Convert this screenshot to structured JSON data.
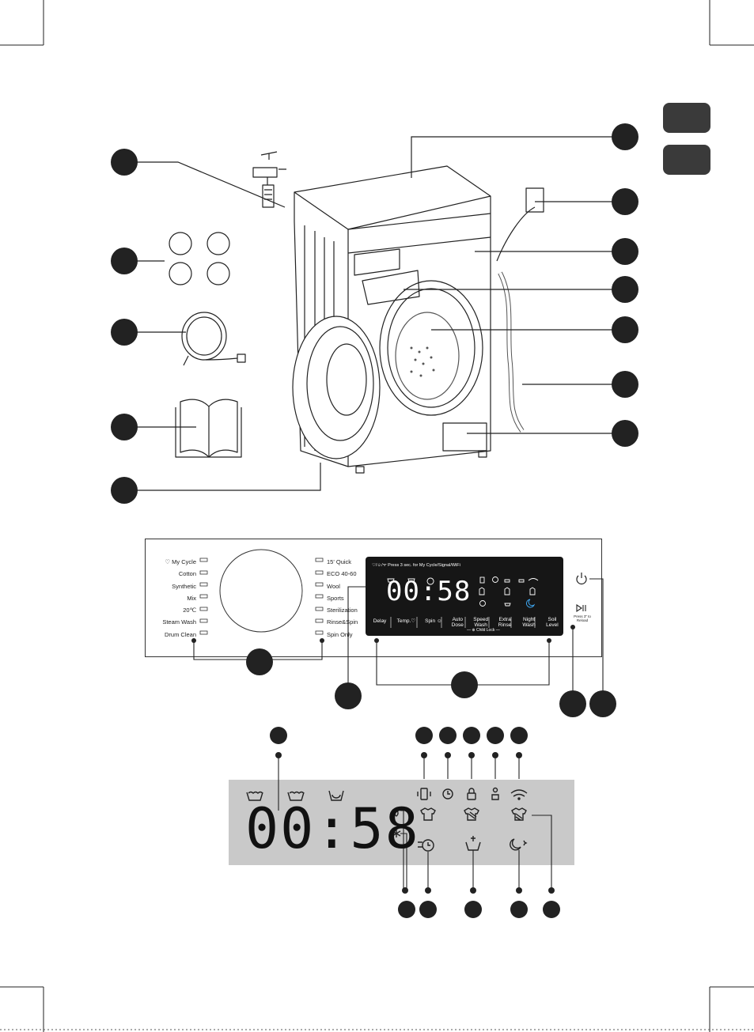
{
  "panel": {
    "programs_left": [
      "♡ My Cycle",
      "Cotton",
      "Synthetic",
      "Mix",
      "20℃",
      "Steam Wash",
      "Drum Clean"
    ],
    "programs_right": [
      "15' Quick",
      "ECO 40-60",
      "Wool",
      "Sports",
      "Sterilization",
      "Rinse&Spin",
      "Spin Only"
    ],
    "top_hint": "♡/☺/ᯤ Press 3 sec. for My Cycle/Signal/WiFi",
    "time": "00:58",
    "buttons": [
      "Delay",
      "Temp.♡",
      "Spin ☺",
      "Auto Dose",
      "Speed Wash",
      "Extra Rinse",
      "Night Wash",
      "Soil Level"
    ],
    "childlock": "— ⊕ Child Lock —",
    "start_hint": "Press 3\" to Reload"
  },
  "display_detail": {
    "time": "00:58"
  },
  "colors": {
    "lcd_bg": "#161616",
    "detail_bg": "#c9c9c9",
    "callout": "#222222",
    "accent": "#3fa9f5"
  }
}
